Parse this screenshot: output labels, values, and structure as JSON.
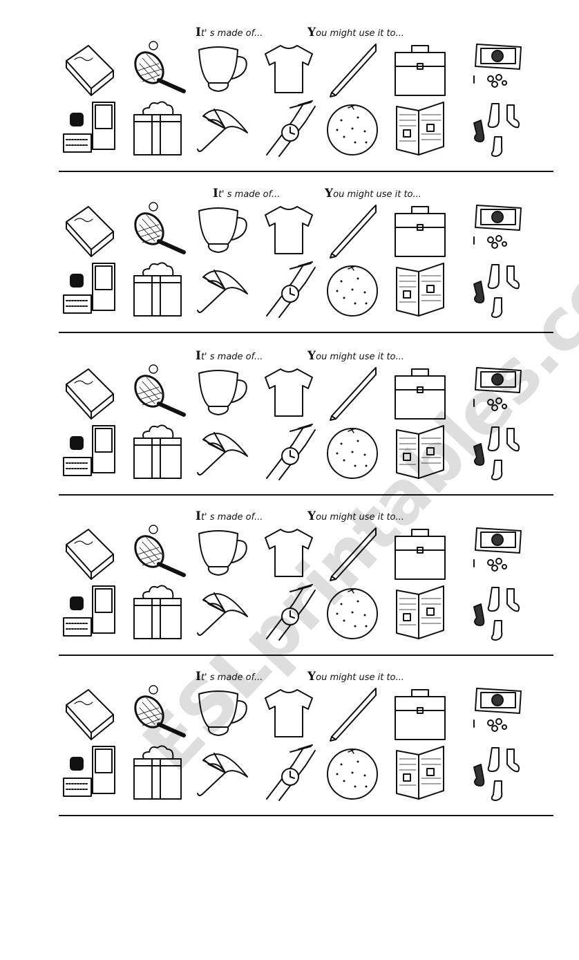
{
  "worksheet": {
    "header_made_of": {
      "initial": "I",
      "rest": "t' s made of..."
    },
    "header_use_it": {
      "initial": "Y",
      "rest": "ou might use it to..."
    },
    "blocks": 5,
    "top_row_icons": [
      "book-icon",
      "tennis-racket-icon",
      "cup-icon",
      "t-shirt-icon",
      "pencil-icon",
      "briefcase-icon",
      "banknote-coins-icon"
    ],
    "bottom_row_icons": [
      "computer-icon",
      "gift-box-icon",
      "umbrella-icon",
      "wristwatch-icon",
      "orange-icon",
      "newspaper-icon",
      "socks-icon"
    ]
  },
  "watermark": "ESLprintables.com"
}
